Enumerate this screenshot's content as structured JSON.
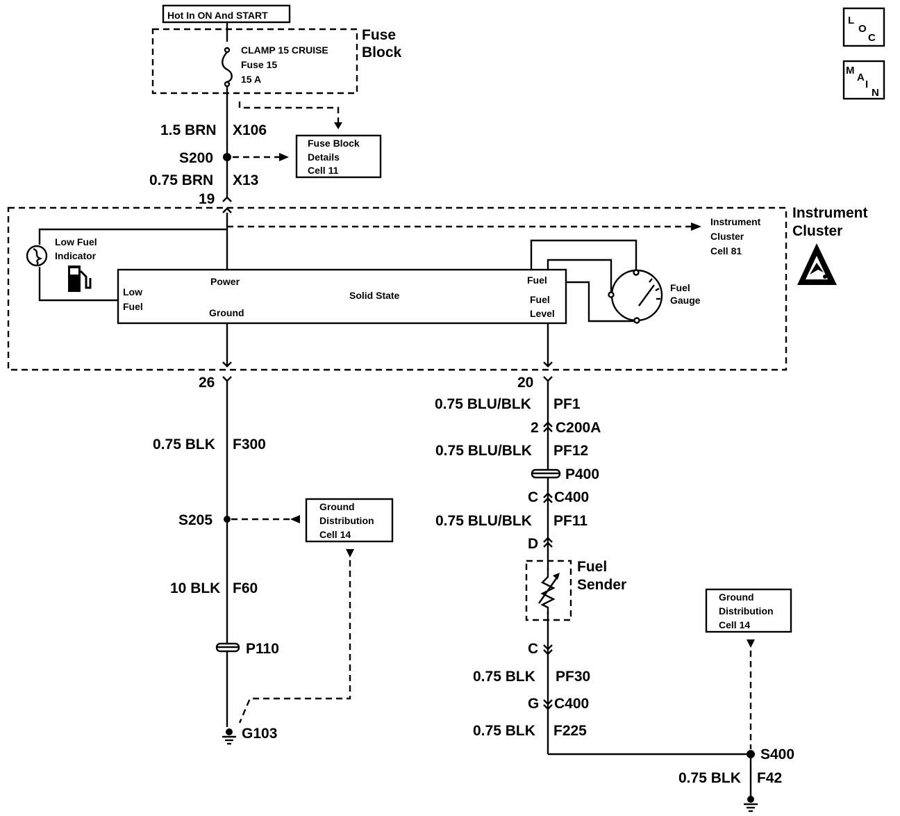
{
  "power_source": "Hot In ON And START",
  "fuse_block": {
    "title_line1": "Fuse",
    "title_line2": "Block",
    "fuse_name": "CLAMP 15 CRUISE",
    "fuse_number": "Fuse 15",
    "fuse_rating": "15 A"
  },
  "wires": {
    "w_top1": {
      "gauge_color": "1.5 BRN",
      "circuit": "X106"
    },
    "w_top2": {
      "gauge_color": "0.75 BRN",
      "circuit": "X13"
    },
    "w_gnd1": {
      "gauge_color": "0.75 BLK",
      "circuit": "F300"
    },
    "w_gnd2": {
      "gauge_color": "10 BLK",
      "circuit": "F60"
    },
    "w_pf1": {
      "gauge_color": "0.75 BLU/BLK",
      "circuit": "PF1"
    },
    "w_pf12": {
      "gauge_color": "0.75 BLU/BLK",
      "circuit": "PF12"
    },
    "w_pf11": {
      "gauge_color": "0.75 BLU/BLK",
      "circuit": "PF11"
    },
    "w_pf30": {
      "gauge_color": "0.75 BLK",
      "circuit": "PF30"
    },
    "w_f225": {
      "gauge_color": "0.75 BLK",
      "circuit": "F225"
    },
    "w_f42": {
      "gauge_color": "0.75 BLK",
      "circuit": "F42"
    }
  },
  "splices": {
    "s200": "S200",
    "s205": "S205",
    "s400": "S400"
  },
  "pins": {
    "p19": "19",
    "p26": "26",
    "p20": "20"
  },
  "connectors": {
    "c200a_pin": "2",
    "c200a": "C200A",
    "p400": "P400",
    "c400_pin_c": "C",
    "c400_a": "C400",
    "sender_pin_d": "D",
    "sender_pin_c": "C",
    "c400_pin_g": "G",
    "c400_b": "C400",
    "p110": "P110"
  },
  "grounds": {
    "g103": "G103"
  },
  "refs": {
    "fuse_block_details": [
      "Fuse Block",
      "Details",
      "Cell 11"
    ],
    "ground_dist_1": [
      "Ground",
      "Distribution",
      "Cell 14"
    ],
    "ground_dist_2": [
      "Ground",
      "Distribution",
      "Cell 14"
    ],
    "instrument_cluster_cell": [
      "Instrument",
      "Cluster",
      "Cell 81"
    ]
  },
  "cluster": {
    "title_line1": "Instrument",
    "title_line2": "Cluster",
    "low_fuel_indicator_line1": "Low Fuel",
    "low_fuel_indicator_line2": "Indicator",
    "module_name": "Solid State",
    "power": "Power",
    "ground": "Ground",
    "low_fuel_line1": "Low",
    "low_fuel_line2": "Fuel",
    "fuel": "Fuel",
    "fuel_level_line1": "Fuel",
    "fuel_level_line2": "Level",
    "gauge_line1": "Fuel",
    "gauge_line2": "Gauge"
  },
  "sender": {
    "line1": "Fuel",
    "line2": "Sender"
  },
  "badges": {
    "loc": [
      "L",
      "O",
      "C"
    ],
    "main": [
      "M",
      "A",
      "I",
      "N"
    ]
  },
  "icons": [
    "fuel-pump-icon",
    "esd-warning-icon",
    "fuse-icon",
    "ground-icon",
    "bulb-icon",
    "gauge-icon",
    "variable-resistor-icon"
  ]
}
